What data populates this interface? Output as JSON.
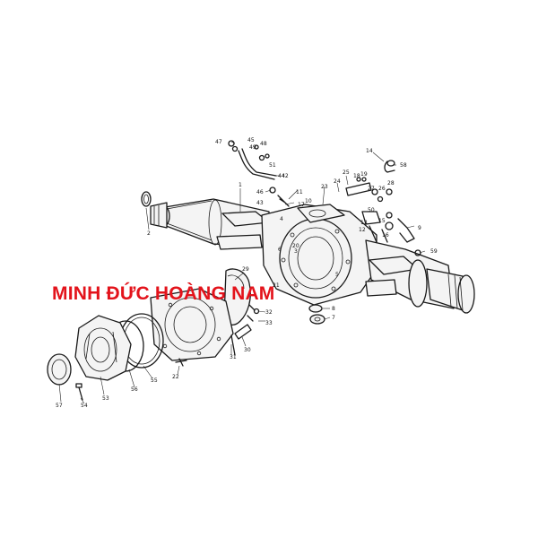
{
  "watermark": {
    "text": "MINH ĐỨC HOÀNG NAM",
    "color": "#e3131b"
  },
  "callouts": [
    "1",
    "2",
    "3",
    "4",
    "5",
    "6",
    "7",
    "8",
    "9",
    "10",
    "11",
    "12",
    "13",
    "14",
    "15",
    "16",
    "17",
    "18",
    "19",
    "20",
    "21",
    "22",
    "23",
    "24",
    "25",
    "26",
    "27",
    "28",
    "29",
    "30",
    "31",
    "32",
    "33",
    "42",
    "43",
    "44",
    "45",
    "46",
    "47",
    "48",
    "49",
    "50",
    "51",
    "53",
    "54",
    "55",
    "56",
    "57",
    "58",
    "59"
  ]
}
